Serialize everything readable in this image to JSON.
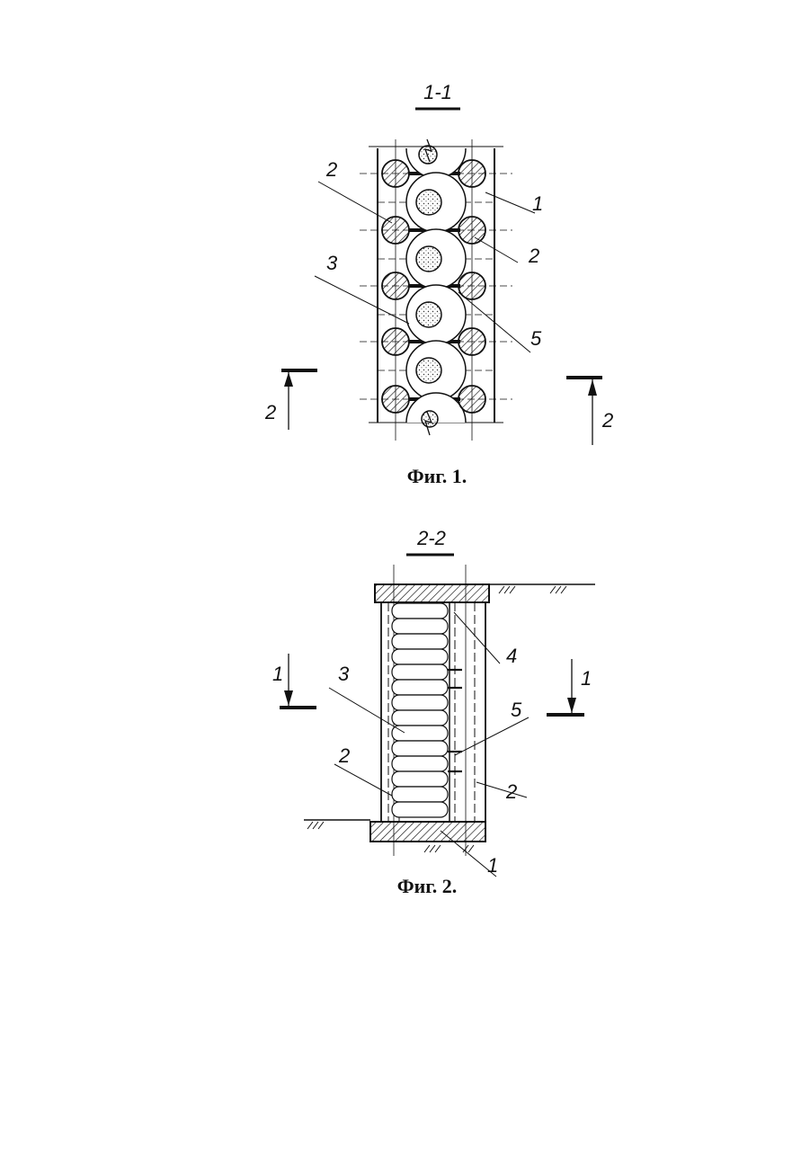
{
  "fig1": {
    "section_title": "1-1",
    "caption": "Фиг. 1.",
    "labels": {
      "l1": "1",
      "l2a": "2",
      "l2b": "2",
      "l3": "3",
      "l5": "5"
    },
    "section_marks": {
      "left": "2",
      "right": "2"
    }
  },
  "fig2": {
    "section_title": "2-2",
    "caption": "Фиг. 2.",
    "labels": {
      "l1": "1",
      "l2a": "2",
      "l2b": "2",
      "l3": "3",
      "l4": "4",
      "l5": "5"
    },
    "section_marks": {
      "left": "1",
      "right": "1"
    }
  },
  "colors": {
    "ink": "#111111",
    "paper": "#ffffff"
  }
}
